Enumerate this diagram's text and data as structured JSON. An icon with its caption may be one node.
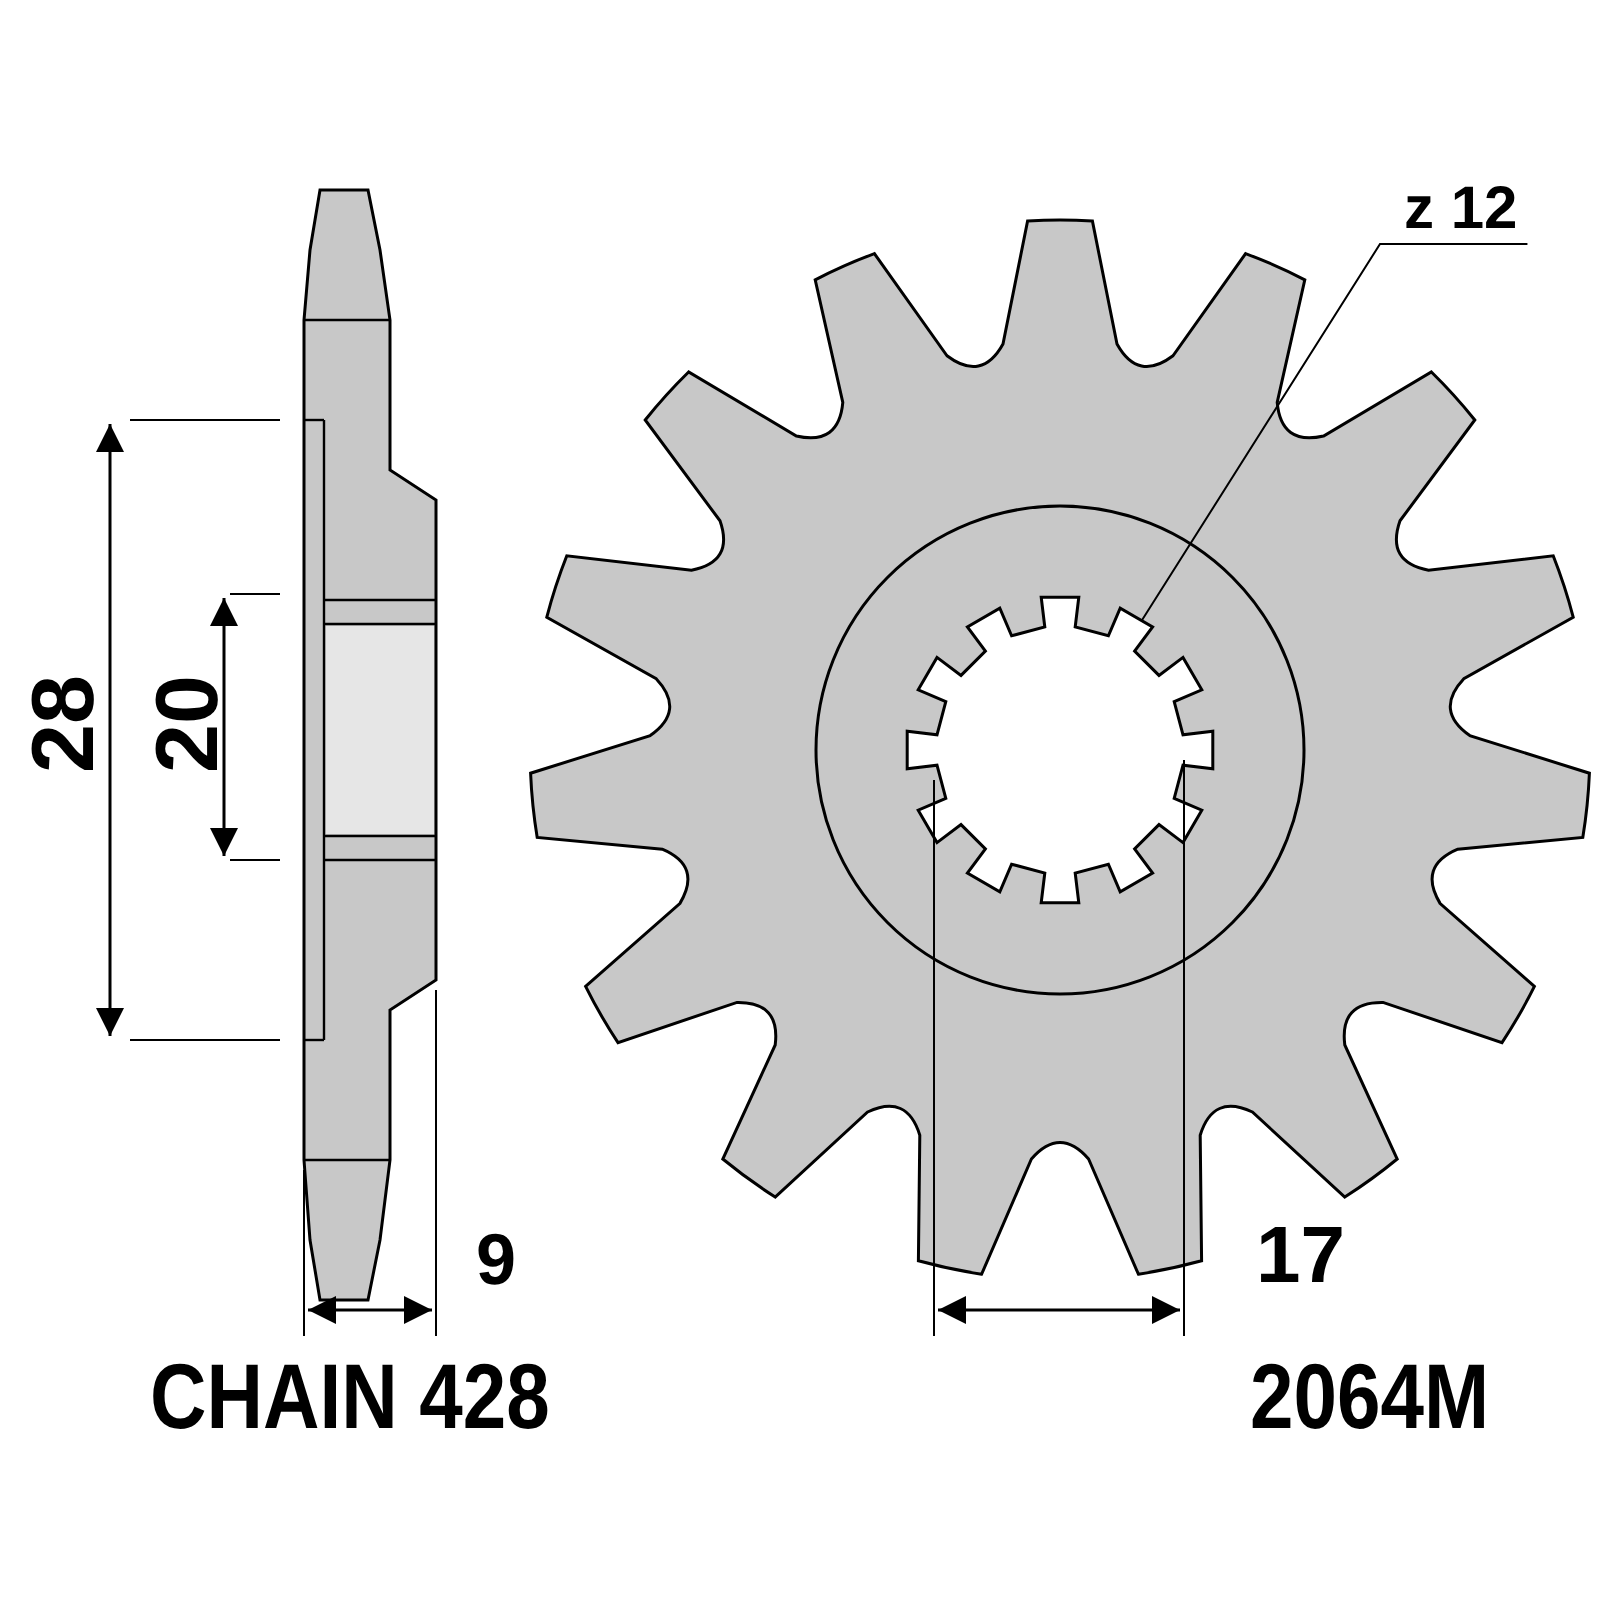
{
  "diagram": {
    "nodes": [
      {
        "text": [
          "z 12"
        ]
      },
      {
        "text": [],
        "shape": "picture"
      }
    ],
    "edges": [
      {
        "from": 0,
        "to": 1,
        "arrow": "none"
      }
    ],
    "labels": [
      "28",
      "20",
      "9",
      "17",
      "CHAIN 428",
      "2064M"
    ]
  }
}
